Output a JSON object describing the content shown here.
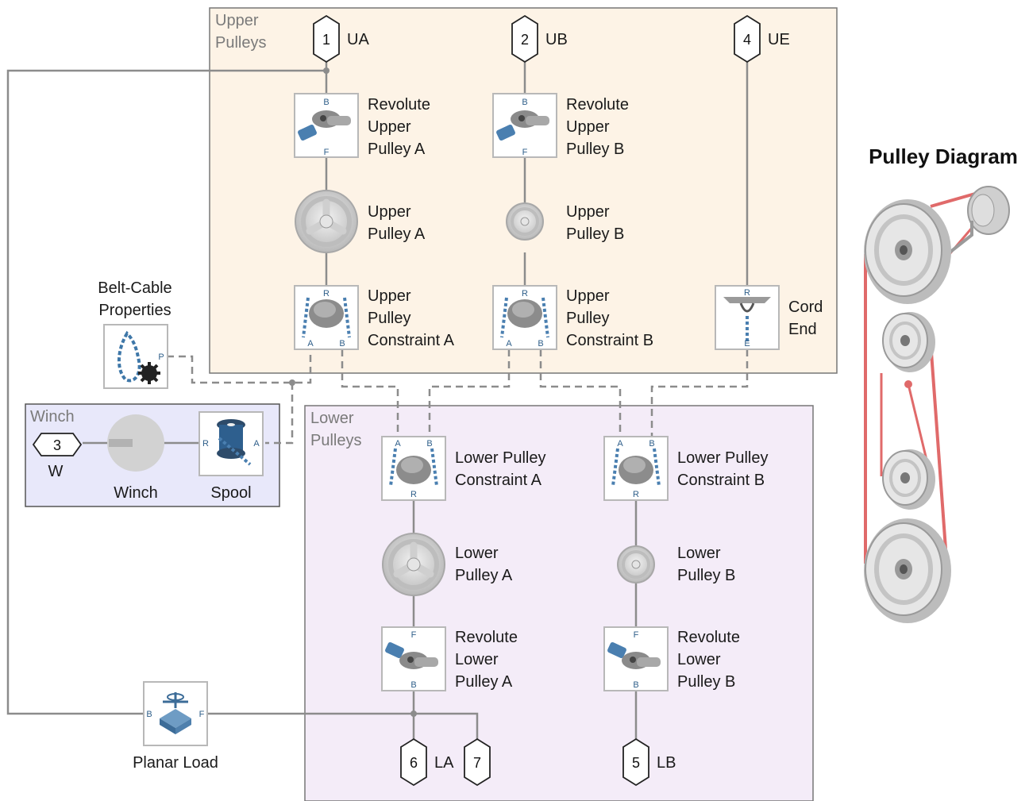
{
  "title": "Pulley Diagram",
  "areas": {
    "upper": "Upper Pulleys",
    "lower": "Lower Pulleys",
    "winch": "Winch"
  },
  "ports": {
    "ua": {
      "num": "1",
      "label": "UA"
    },
    "ub": {
      "num": "2",
      "label": "UB"
    },
    "ue": {
      "num": "4",
      "label": "UE"
    },
    "w": {
      "num": "3",
      "label": "W"
    },
    "lb": {
      "num": "5",
      "label": "LB"
    },
    "la": {
      "num": "6",
      "label": "LA"
    },
    "p7": {
      "num": "7",
      "label": ""
    }
  },
  "blocks": {
    "rev_upper_a": [
      "Revolute",
      "Upper",
      "Pulley A"
    ],
    "rev_upper_b": [
      "Revolute",
      "Upper",
      "Pulley B"
    ],
    "upper_pulley_a": [
      "Upper",
      "Pulley A"
    ],
    "upper_pulley_b": [
      "Upper",
      "Pulley B"
    ],
    "upc_a": [
      "Upper",
      "Pulley",
      "Constraint A"
    ],
    "upc_b": [
      "Upper",
      "Pulley",
      "Constraint B"
    ],
    "cord_end": [
      "Cord",
      "End"
    ],
    "belt_cable": [
      "Belt-Cable",
      "Properties"
    ],
    "winch": "Winch",
    "spool": "Spool",
    "lpc_a": [
      "Lower Pulley",
      "Constraint A"
    ],
    "lpc_b": [
      "Lower Pulley",
      "Constraint B"
    ],
    "lower_pulley_a": [
      "Lower",
      "Pulley A"
    ],
    "lower_pulley_b": [
      "Lower",
      "Pulley B"
    ],
    "rev_lower_a": [
      "Revolute",
      "Lower",
      "Pulley A"
    ],
    "rev_lower_b": [
      "Revolute",
      "Lower",
      "Pulley B"
    ],
    "planar_load": "Planar Load"
  },
  "port_letters": {
    "b": "B",
    "f": "F",
    "r": "R",
    "a": "A",
    "e": "E",
    "p": "P"
  },
  "colors": {
    "upper_area": "#fdf3e6",
    "lower_area": "#f4ecf8",
    "winch_area": "#e8e8fa",
    "cable": "#e06a6a",
    "wire": "#8c8c8c"
  }
}
